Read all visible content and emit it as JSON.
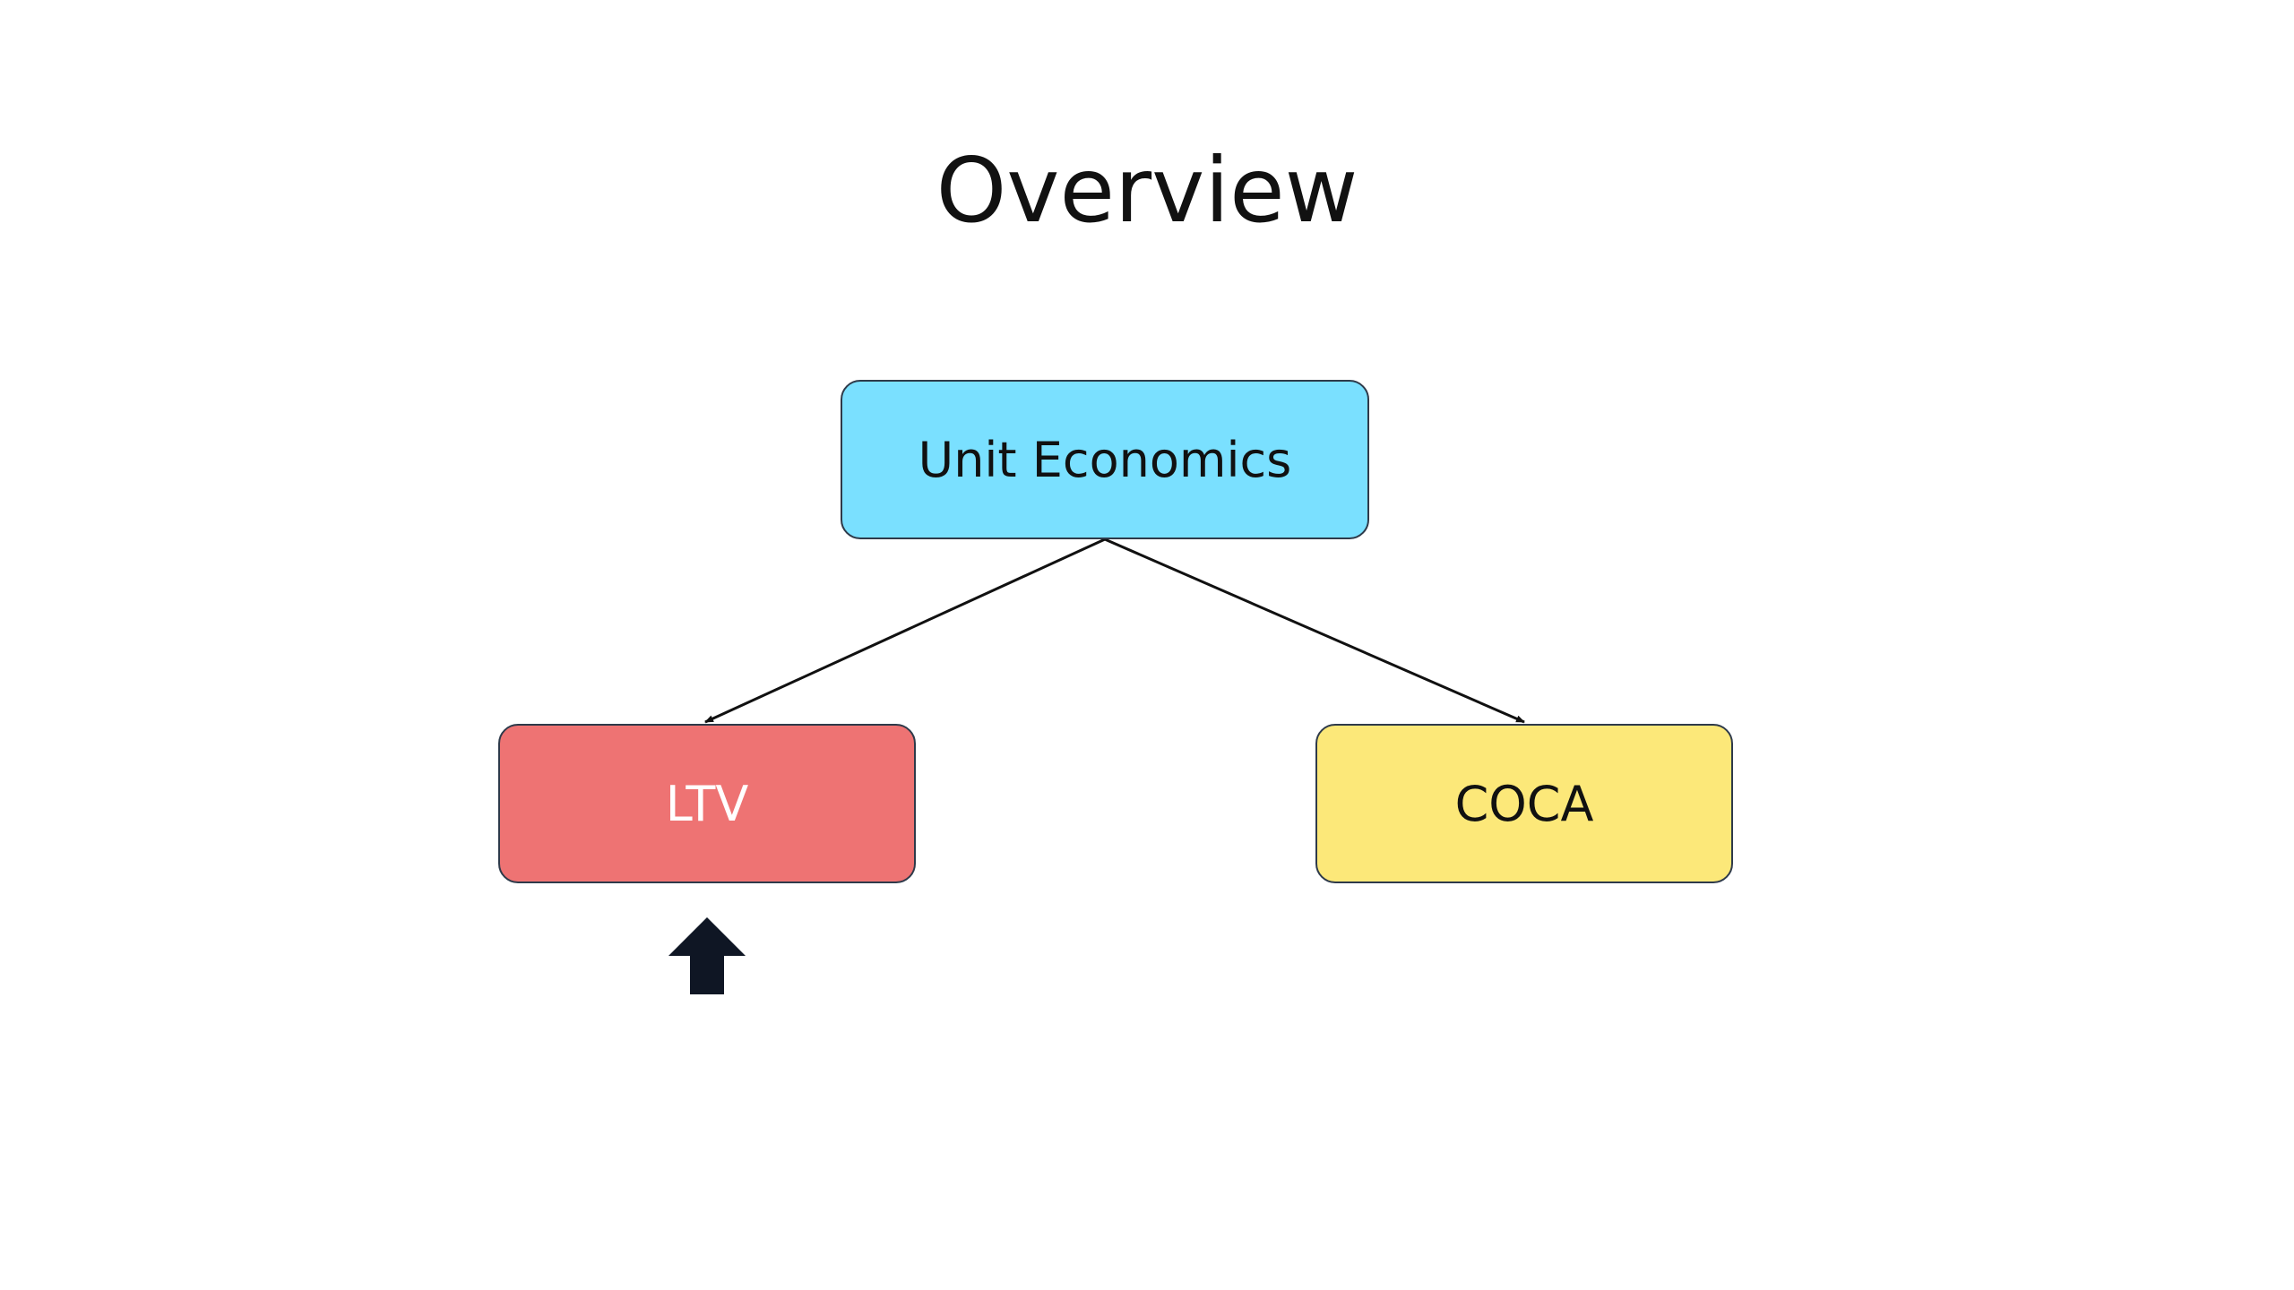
{
  "slide": {
    "title": "Overview"
  },
  "diagram": {
    "root": {
      "label": "Unit Economics",
      "fill": "#7ae0ff",
      "text_color": "#111111"
    },
    "children": [
      {
        "label": "LTV",
        "fill": "#ee7373",
        "text_color": "#ffffff"
      },
      {
        "label": "COCA",
        "fill": "#fce879",
        "text_color": "#111111"
      }
    ],
    "indicator": {
      "icon": "up-arrow-icon",
      "target": "LTV",
      "color": "#0f1624"
    },
    "edge_color": "#111111"
  }
}
